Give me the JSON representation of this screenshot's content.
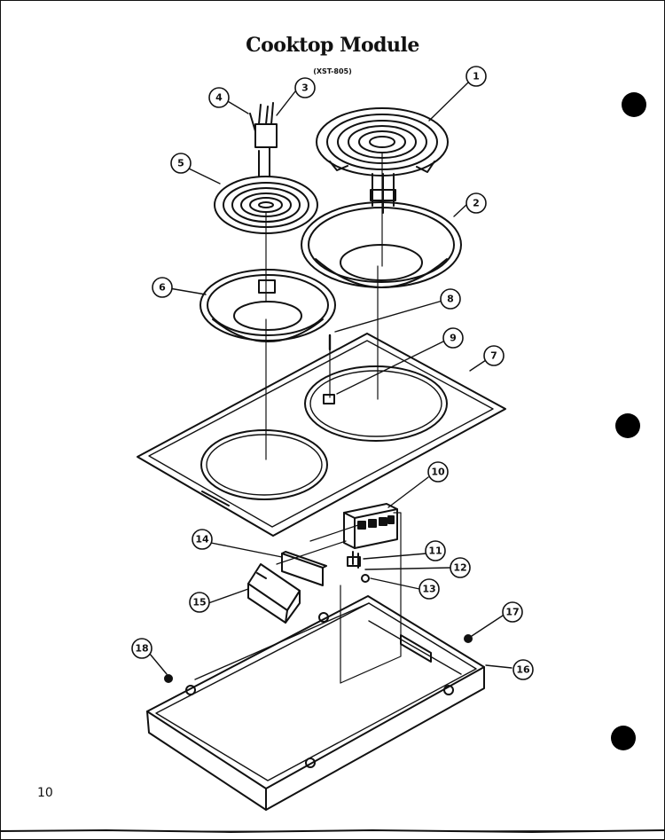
{
  "document": {
    "title": "Cooktop Module",
    "subtitle": "(XST-805)",
    "page_number": "10"
  },
  "callouts": [
    {
      "id": "c1",
      "label": "1"
    },
    {
      "id": "c2",
      "label": "2"
    },
    {
      "id": "c3",
      "label": "3"
    },
    {
      "id": "c4",
      "label": "4"
    },
    {
      "id": "c5",
      "label": "5"
    },
    {
      "id": "c6",
      "label": "6"
    },
    {
      "id": "c7",
      "label": "7"
    },
    {
      "id": "c8",
      "label": "8"
    },
    {
      "id": "c9",
      "label": "9"
    },
    {
      "id": "c10",
      "label": "10"
    },
    {
      "id": "c11",
      "label": "11"
    },
    {
      "id": "c12",
      "label": "12"
    },
    {
      "id": "c13",
      "label": "13"
    },
    {
      "id": "c14",
      "label": "14"
    },
    {
      "id": "c15",
      "label": "15"
    },
    {
      "id": "c16",
      "label": "16"
    },
    {
      "id": "c17",
      "label": "17"
    },
    {
      "id": "c18",
      "label": "18"
    }
  ]
}
